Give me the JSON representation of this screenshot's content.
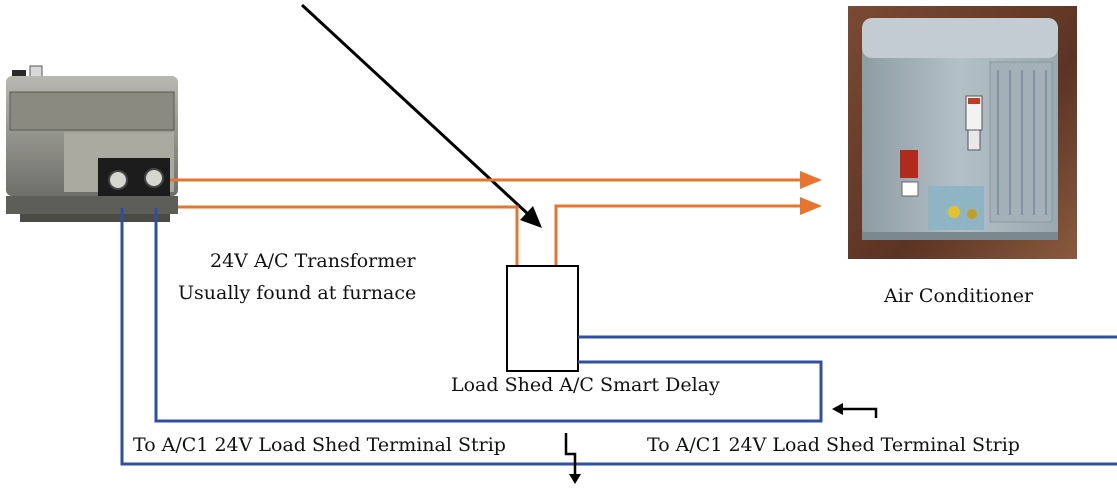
{
  "labels": {
    "transformer_line1": "24V  A/C Transformer",
    "transformer_line2": "Usually found at furnace",
    "air_conditioner": "Air Conditioner",
    "smart_delay": "Load Shed A/C Smart Delay",
    "strip_left": "To A/C1 24V  Load Shed Terminal Strip",
    "strip_right": "To A/C1 24V  Load Shed Terminal Strip"
  },
  "colors": {
    "hot_wire": "#e8752e",
    "signal_wire": "#2f4fa0",
    "outline": "#000000",
    "transformer_body": "#8d8f86",
    "condenser_body": "#a9b6bd",
    "photo_background": "#6b3f2c"
  },
  "icons": {
    "transformer": "transformer-photo-icon",
    "air_conditioner": "air-conditioner-photo-icon",
    "pointer": "pointer-arrow-icon"
  }
}
